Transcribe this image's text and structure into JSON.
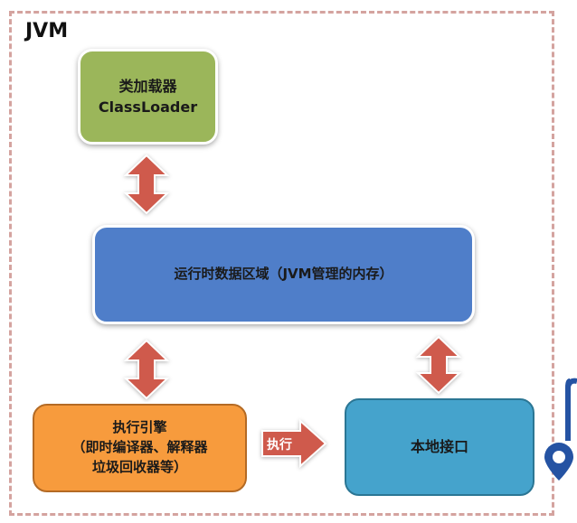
{
  "title": "JVM",
  "boxes": {
    "classloader": {
      "line1": "类加载器",
      "line2": "ClassLoader",
      "color": "#9bb65a"
    },
    "runtime_data_area": {
      "label": "运行时数据区域（JVM管理的内存）",
      "color": "#4f7ec9"
    },
    "execution_engine": {
      "line1": "执行引擎",
      "line2": "（即时编译器、解释器",
      "line3": "垃圾回收器等）",
      "color": "#f79b3d"
    },
    "native_interface": {
      "label": "本地接口",
      "color": "#45a3cc"
    }
  },
  "arrows": {
    "execute_label": "执行",
    "color": "#cf5a4c"
  },
  "icons": {
    "edge_icon": "location-pin-icon"
  }
}
